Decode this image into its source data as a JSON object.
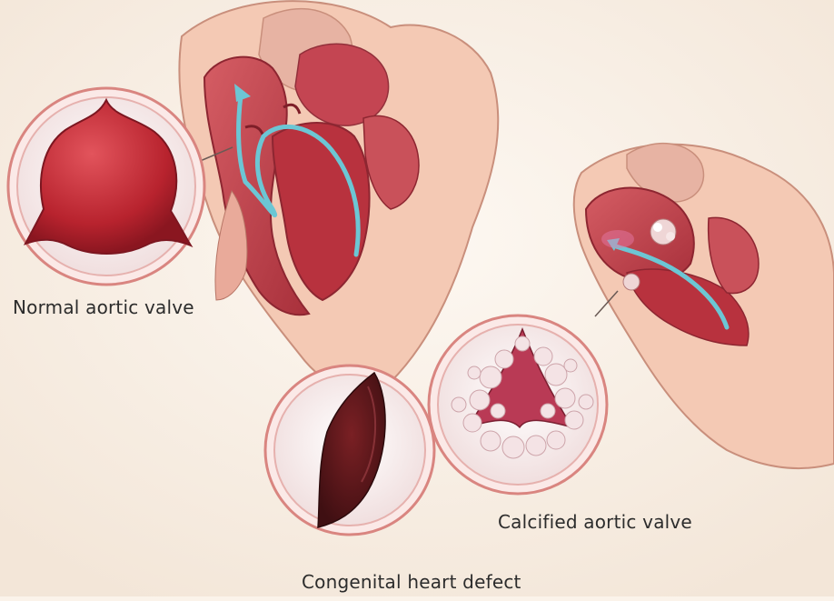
{
  "labels": {
    "normal": "Normal aortic valve",
    "calcified": "Calcified aortic valve",
    "congenital": "Congenital heart defect"
  },
  "colors": {
    "background": "#fbf3ea",
    "heart_tissue": "#f4c9b4",
    "chamber": "#c6424f",
    "valve_red": "#b8232e",
    "circle_border": "#d98580",
    "flow_arrow": "#6cc6d4",
    "calcium": "#f1dde0"
  }
}
